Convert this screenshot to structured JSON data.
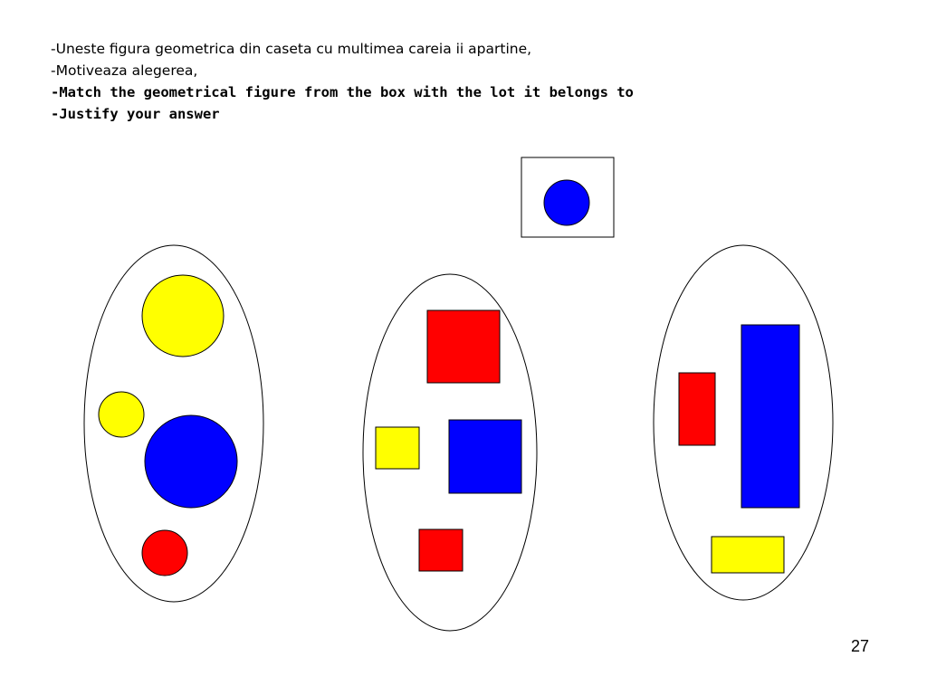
{
  "instructions": {
    "line1": "-Uneste figura geometrica din caseta cu multimea careia ii apartine,",
    "line2": "-Motiveaza alegerea,",
    "line3": "-Match the geometrical figure from the box with the lot it belongs to",
    "line4": "-Justify your answer"
  },
  "page_number": "27",
  "colors": {
    "blue": "#0000ff",
    "yellow": "#ffff00",
    "red": "#ff0000",
    "outline": "#000000"
  },
  "box_figure": {
    "shape": "circle",
    "color": "blue"
  },
  "sets": [
    {
      "name": "circles",
      "items": [
        "yellow-circle-large",
        "yellow-circle-small",
        "blue-circle",
        "red-circle"
      ]
    },
    {
      "name": "squares",
      "items": [
        "red-square-large",
        "yellow-square",
        "blue-square",
        "red-square-small"
      ]
    },
    {
      "name": "rectangles",
      "items": [
        "red-rectangle",
        "blue-rectangle",
        "yellow-rectangle"
      ]
    }
  ]
}
